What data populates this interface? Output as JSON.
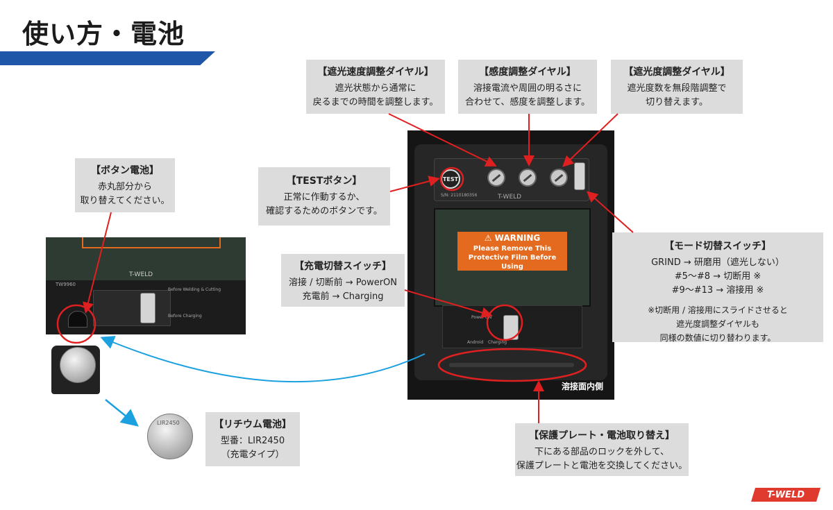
{
  "page": {
    "title": "使い方・電池"
  },
  "callouts": {
    "speed": {
      "heading": "【遮光速度調整ダイヤル】",
      "lines": [
        "遮光状態から通常に",
        "戻るまでの時間を調整します。"
      ]
    },
    "sensitivity": {
      "heading": "【感度調整ダイヤル】",
      "lines": [
        "溶接電流や周囲の明るさに",
        "合わせて、感度を調整します。"
      ]
    },
    "shade": {
      "heading": "【遮光度調整ダイヤル】",
      "lines": [
        "遮光度数を無段階調整で",
        "切り替えます。"
      ]
    },
    "button_battery": {
      "heading": "【ボタン電池】",
      "lines": [
        "赤丸部分から",
        "取り替えてください。"
      ]
    },
    "test": {
      "heading": "【TESTボタン】",
      "lines": [
        "正常に作動するか、",
        "確認するためのボタンです。"
      ]
    },
    "charge": {
      "heading": "【充電切替スイッチ】",
      "lines": [
        "溶接 / 切断前 → PowerON",
        "充電前 → Charging"
      ]
    },
    "mode": {
      "heading": "【モード切替スイッチ】",
      "lines": [
        "GRIND → 研磨用（遮光しない）",
        "#5～#8 → 切断用 ※",
        "#9～#13 → 溶接用 ※"
      ],
      "note": [
        "※切断用 / 溶接用にスライドさせると",
        "遮光度調整ダイヤルも",
        "同様の数値に切り替わります。"
      ]
    },
    "lithium": {
      "heading": "【リチウム電池】",
      "lines": [
        "型番：LIR2450",
        "（充電タイプ）"
      ]
    },
    "protect": {
      "heading": "【保護プレート・電池取り替え】",
      "lines": [
        "下にある部品のロックを外して、",
        "保護プレートと電池を交換してください。"
      ]
    }
  },
  "photo_main": {
    "label": "溶接面内側",
    "test_label": "TEST",
    "serial": "S/N: 2110180356",
    "warning_heading": "⚠ WARNING",
    "warning_lines": [
      "Please Remove This",
      "Protective Film Before Using"
    ],
    "brand": "T-WELD",
    "switch_on": "Power ON",
    "switch_charge": "Charging",
    "android": "Android"
  },
  "photo_left": {
    "model": "TW9960",
    "brand": "T-WELD",
    "text_1": "Before Welding & Cutting",
    "text_2": "Before Charging"
  },
  "lithium_battery_print": "LIR2450",
  "brand_logo": "T-WELD",
  "colors": {
    "accent_blue": "#1f56a8",
    "pointer_red": "#e02020",
    "arrow_blue": "#1ba0e0",
    "callout_bg": "#dcdcdc"
  }
}
